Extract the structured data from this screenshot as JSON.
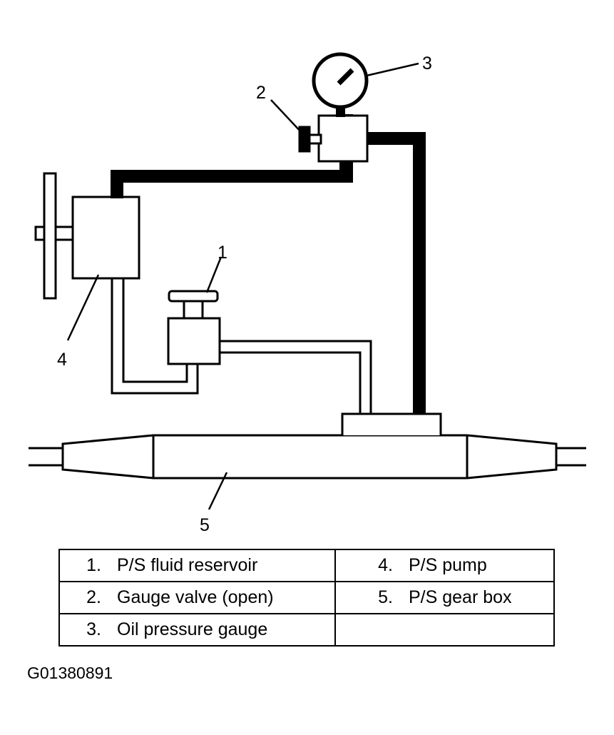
{
  "callouts": [
    "1",
    "2",
    "3",
    "4",
    "5"
  ],
  "legend": [
    [
      {
        "num": "1.",
        "label": "P/S fluid reservoir"
      },
      {
        "num": "4.",
        "label": "P/S pump"
      }
    ],
    [
      {
        "num": "2.",
        "label": "Gauge valve (open)"
      },
      {
        "num": "5.",
        "label": "P/S gear box"
      }
    ],
    [
      {
        "num": "3.",
        "label": "Oil pressure gauge"
      },
      {
        "num": "",
        "label": ""
      }
    ]
  ],
  "figure_code": "G01380891"
}
